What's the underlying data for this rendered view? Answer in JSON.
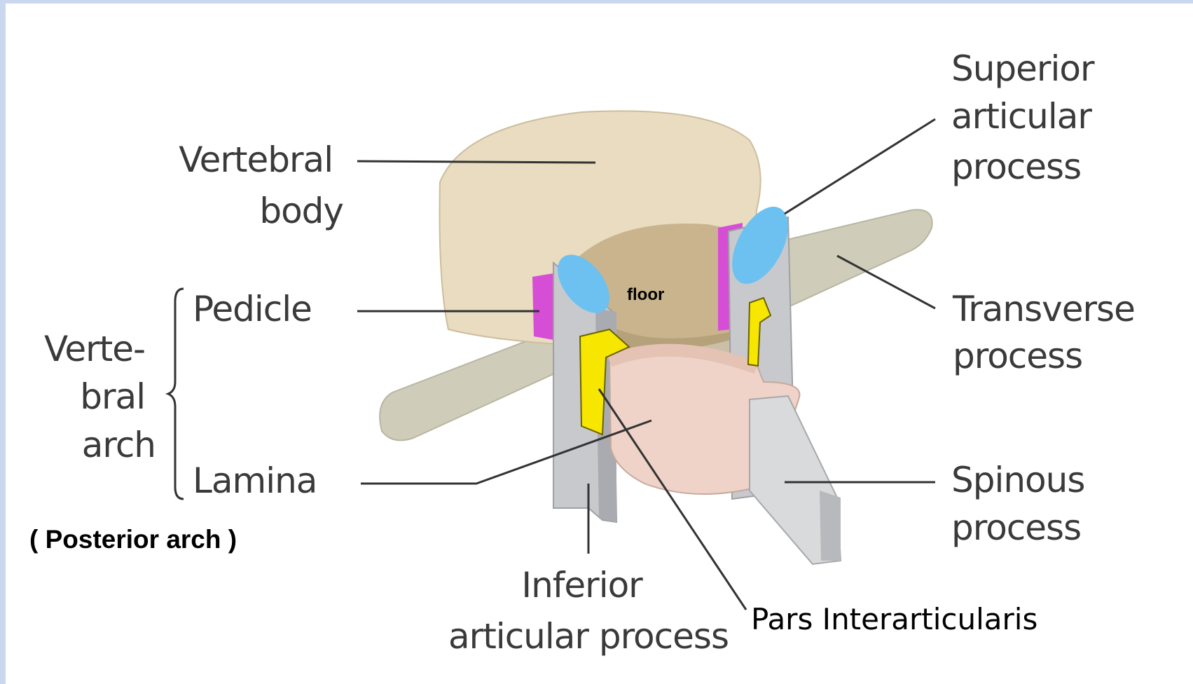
{
  "labels": {
    "vertebral_body": [
      "Vertebral",
      "body"
    ],
    "superior_articular_process": [
      "Superior",
      "articular",
      "process"
    ],
    "transverse_process": [
      "Transverse",
      "process"
    ],
    "spinous_process": [
      "Spinous",
      "process"
    ],
    "pedicle": "Pedicle",
    "lamina": "Lamina",
    "vertebral_arch": [
      "Verte-",
      "bral",
      "arch"
    ],
    "posterior_arch": "( Posterior arch )",
    "inferior_articular_process": [
      "Inferior",
      "articular process"
    ],
    "pars_interarticularis": "Pars Interarticularis",
    "floor": "floor"
  },
  "colors": {
    "body": "#e9dcc0",
    "canal_wall": "#c9b48e",
    "transverse": "#cfcdb9",
    "articular_pillar": "#c7c9cd",
    "articular_facet": "#6cc1f0",
    "pedicle": "#d64ed6",
    "pars": "#f7e600",
    "lamina": "#efd3c8",
    "spinous": "#d9dadc"
  }
}
